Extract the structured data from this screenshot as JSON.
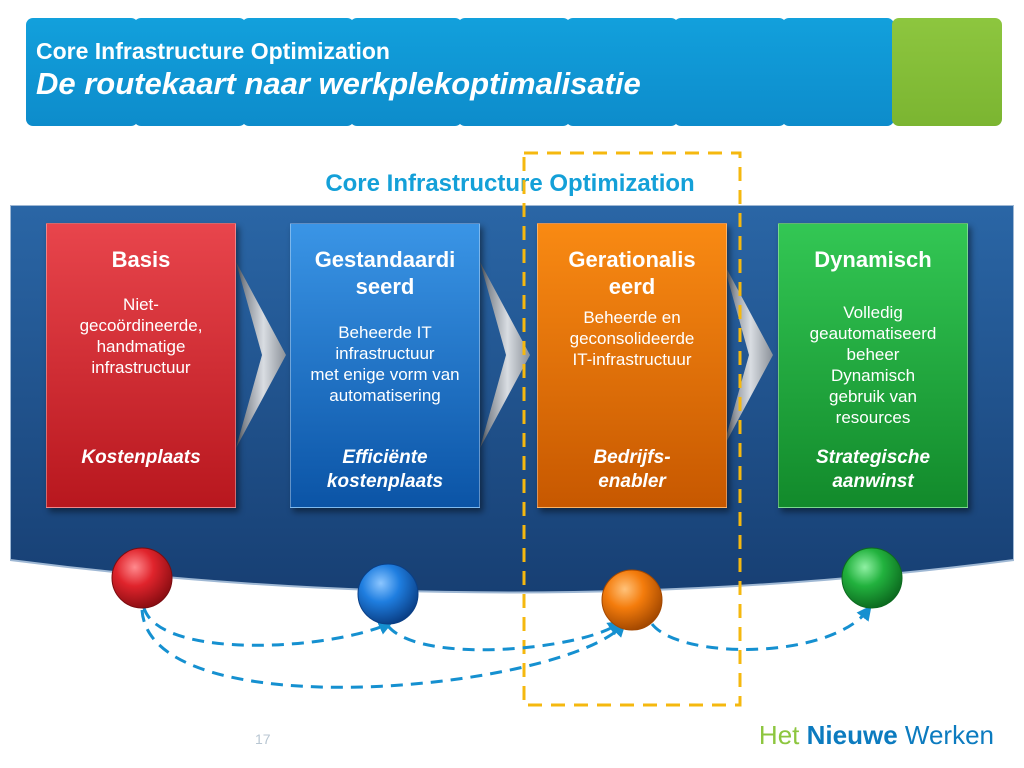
{
  "header": {
    "title": "Core Infrastructure Optimization",
    "subtitle": "De routekaart naar werkplekoptimalisatie",
    "colors": {
      "blue": "#0d8ccb",
      "green": "#8dc63f"
    }
  },
  "diagram": {
    "title": "Core Infrastructure Optimization",
    "stages": [
      {
        "title": "Basis",
        "description": "Niet-\ngecoördineerde,\nhandmatige\ninfrastructuur",
        "value": "Kostenplaats",
        "color": "#c8242b"
      },
      {
        "title": "Gestandaardi\nseerd",
        "description": "Beheerde IT\ninfrastructuur\nmet enige vorm van\nautomatisering",
        "value": "Efficiënte\nkostenplaats",
        "color": "#1b6fc4"
      },
      {
        "title": "Gerationalis\neerd",
        "description": "Beheerde en\ngeconsolideerde\nIT-infrastructuur",
        "value": "Bedrijfs-\nenabler",
        "color": "#e66e00"
      },
      {
        "title": "Dynamisch",
        "description": "Volledig\ngeautomatiseerd\nbeheer\nDynamisch\ngebruik van\nresources",
        "value": "Strategische\naanwinst",
        "color": "#1fa83a"
      }
    ],
    "highlighted_stage": "Gerationaliseerd",
    "banner_color": "#1d4f86",
    "highlight_color": "#f5b80f",
    "connector_color": "#1590d0"
  },
  "footer": {
    "slide_number": "17",
    "brand_word1": "Het",
    "brand_word2": "Nieuwe",
    "brand_word3": "Werken"
  }
}
